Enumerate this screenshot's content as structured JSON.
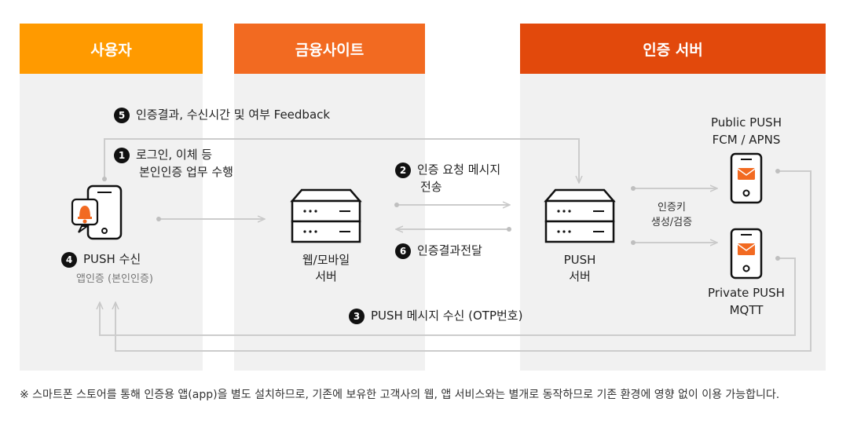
{
  "columns": {
    "user": "사용자",
    "financial": "금융사이트",
    "auth": "인증 서버"
  },
  "steps": {
    "s1": {
      "num": "1",
      "line1": "로그인, 이체 등",
      "line2": "본인인증 업무 수행"
    },
    "s2": {
      "num": "2",
      "line1": "인증 요청 메시지",
      "line2": "전송"
    },
    "s3": {
      "num": "3",
      "text": "PUSH 메시지 수신 (OTP번호)"
    },
    "s4": {
      "num": "4",
      "text": "PUSH 수신",
      "sub": "앱인증 (본인인증)"
    },
    "s5": {
      "num": "5",
      "text": "인증결과, 수신시간 및 여부 Feedback"
    },
    "s6": {
      "num": "6",
      "text": "인증결과전달"
    }
  },
  "servers": {
    "web": {
      "line1": "웹/모바일",
      "line2": "서버"
    },
    "push": {
      "line1": "PUSH",
      "line2": "서버"
    }
  },
  "key_label": {
    "line1": "인증키",
    "line2": "생성/검증"
  },
  "public_push": {
    "line1": "Public PUSH",
    "line2": "FCM / APNS"
  },
  "private_push": {
    "line1": "Private PUSH",
    "line2": "MQTT"
  },
  "footnote": "※ 스마트폰 스토어를 통해 인증용 앱(app)을 별도 설치하므로, 기존에 보유한 고객사의 웹, 앱 서비스와는 별개로 동작하므로 기존 환경에 영향 없이 이용 가능합니다.",
  "colors": {
    "user": "#ff9a00",
    "financial": "#f26a21",
    "auth": "#e2490c",
    "icon_accent": "#f26a21",
    "line": "#cccccc"
  },
  "icons": [
    "phone-bell-icon",
    "server-icon",
    "phone-mail-icon"
  ]
}
